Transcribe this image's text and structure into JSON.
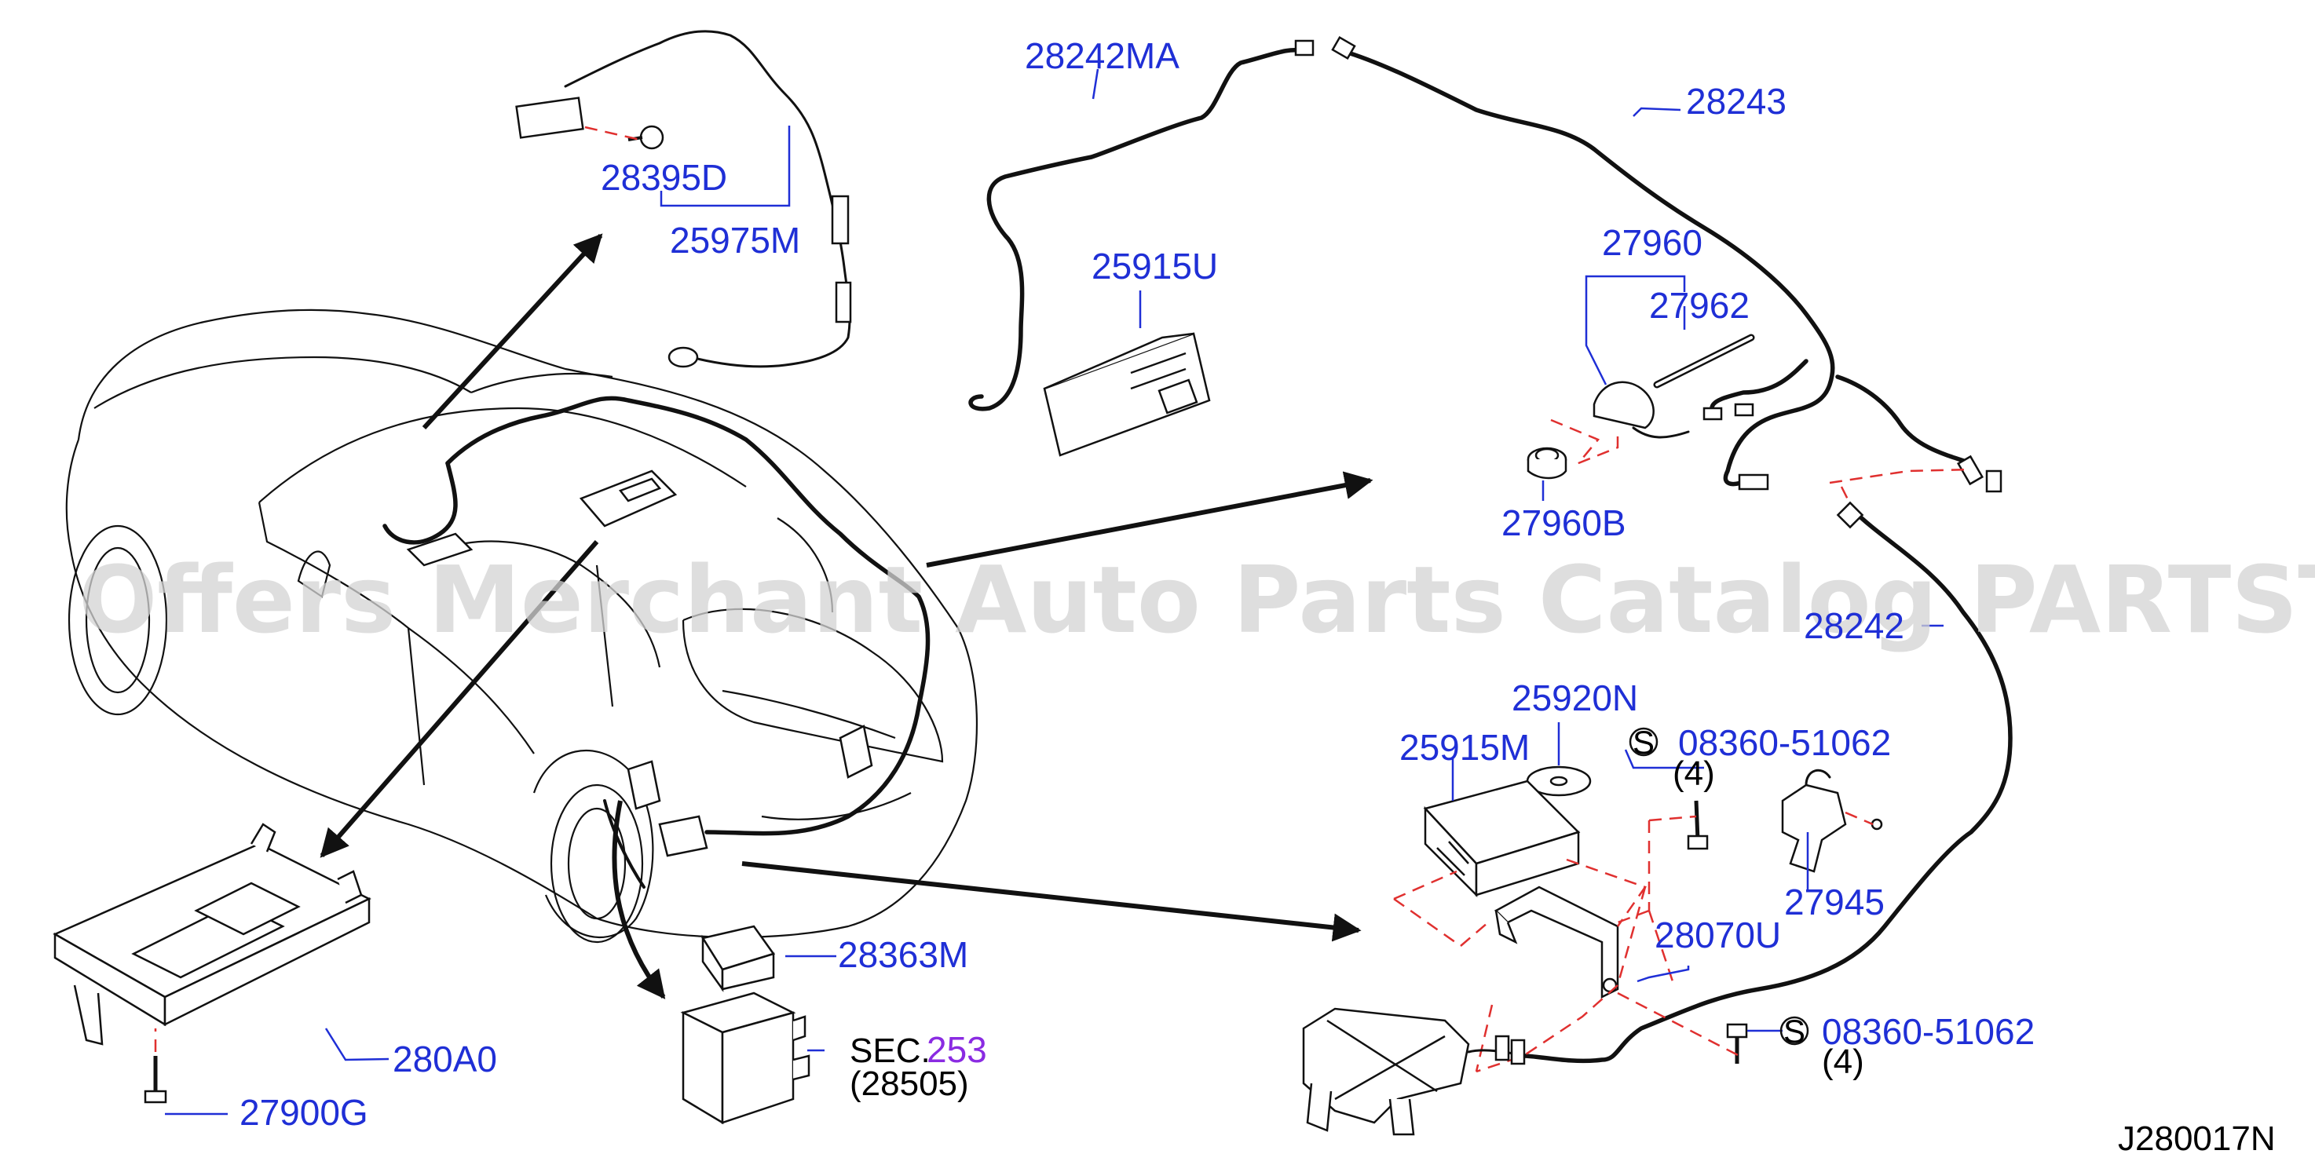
{
  "watermark": "Offers Merchant Auto Parts Catalog PARTSTORE.SA",
  "diagram_code": "J280017N",
  "labels": {
    "p28395D": "28395D",
    "p25975M": "25975M",
    "p28242MA": "28242MA",
    "p28243": "28243",
    "p25915U": "25915U",
    "p27960": "27960",
    "p27962": "27962",
    "p27960B": "27960B",
    "p28242": "28242",
    "p25920N": "25920N",
    "p25915M": "25915M",
    "p08360_a": "08360-51062",
    "qty_a": "(4)",
    "p27945": "27945",
    "p28070U": "28070U",
    "p08360_b": "08360-51062",
    "qty_b": "(4)",
    "p28363M": "28363M",
    "sec_prefix": "SEC.",
    "sec_num": "253",
    "sec_sub": "(28505)",
    "p280A0": "280A0",
    "p27900G": "27900G",
    "s_symbol": "S"
  }
}
